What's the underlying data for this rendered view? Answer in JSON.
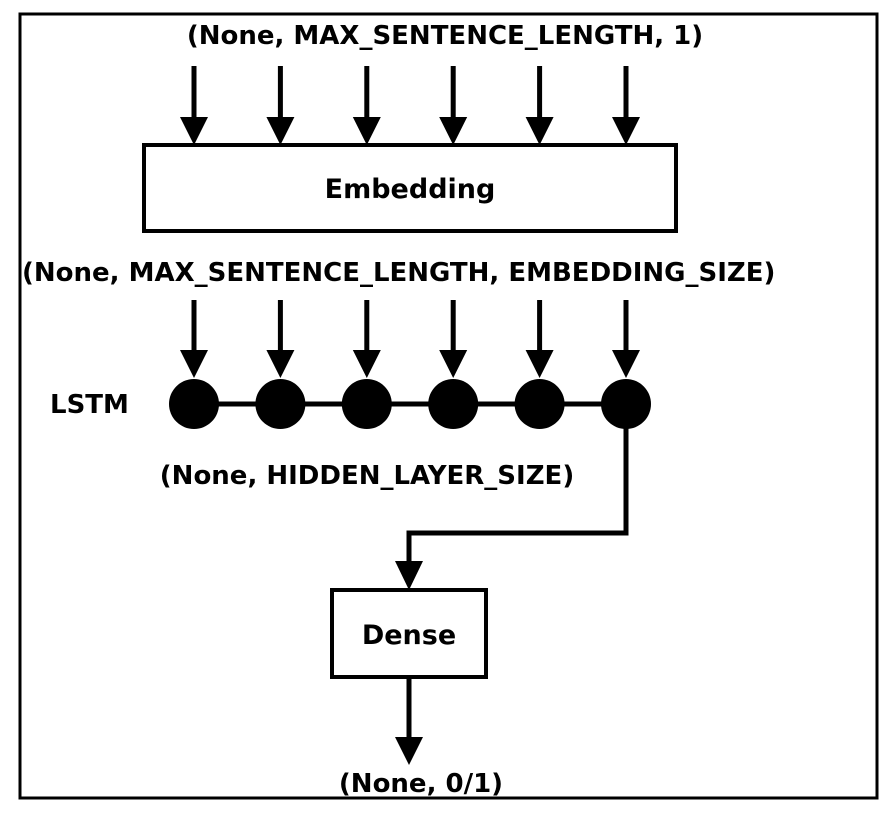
{
  "input_shape_label": "(None, MAX_SENTENCE_LENGTH, 1)",
  "embedding_layer_label": "Embedding",
  "embedding_output_shape_label": "(None, MAX_SENTENCE_LENGTH, EMBEDDING_SIZE)",
  "lstm_layer_label": "LSTM",
  "lstm_output_shape_label": "(None, HIDDEN_LAYER_SIZE)",
  "dense_layer_label": "Dense",
  "output_shape_label": "(None, 0/1)",
  "timestep_count": 6,
  "colors": {
    "ink": "#000000",
    "background": "#ffffff"
  }
}
